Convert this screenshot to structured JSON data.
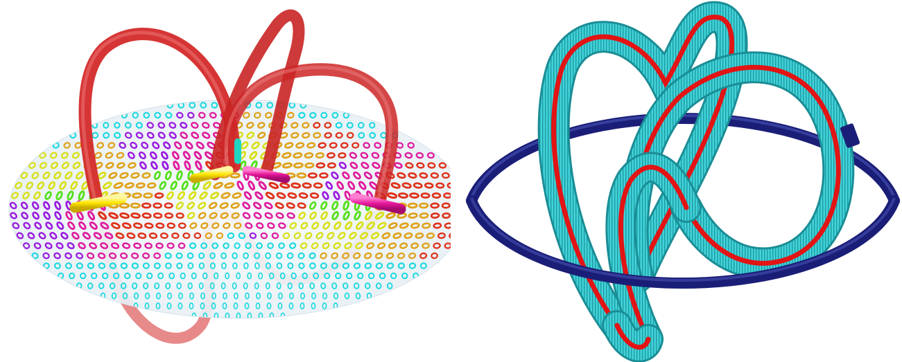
{
  "figure": {
    "panels": [
      {
        "id": "left",
        "content": "knot-over-disk-with-director-field",
        "colors": {
          "knot_tube": "#d42a2a",
          "defect_lines_yellow": "#ffe600",
          "defect_lines_magenta": "#e6169b",
          "short_segment": "#1fd6c2",
          "disk": "#eaf2f6"
        },
        "director_palette": [
          "#19d9e0",
          "#1ae08c",
          "#55e01b",
          "#d9e01a",
          "#e0a21a",
          "#e0321a",
          "#e01a9e",
          "#9a1ae0",
          "#1a37e0"
        ]
      },
      {
        "id": "right",
        "content": "ribbon-knot-with-ring",
        "colors": {
          "ribbon": "#3fd0d6",
          "ribbon_dark": "#1a8d95",
          "core_line": "#e21414",
          "ring": "#1b1e77"
        }
      }
    ]
  }
}
